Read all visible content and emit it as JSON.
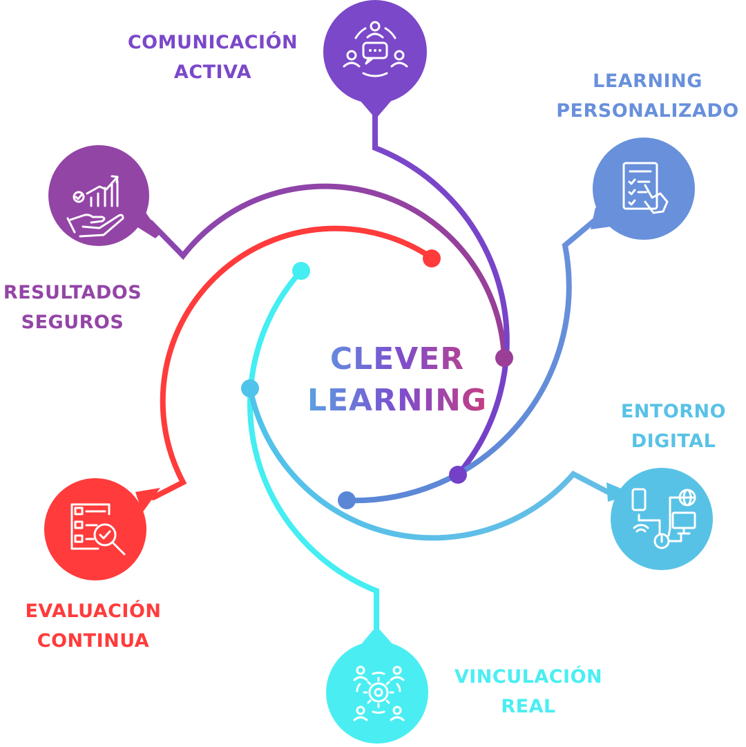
{
  "title": {
    "line1": "CLEVER",
    "line2": "LEARNING"
  },
  "nodes": [
    {
      "id": "comunicacion",
      "label_line1": "COMUNICACIÓN",
      "label_line2": "ACTIVA",
      "color": "#7b48c9",
      "icon": "communication-people-icon"
    },
    {
      "id": "learning",
      "label_line1": "LEARNING",
      "label_line2": "PERSONALIZADO",
      "color": "#6890db",
      "icon": "checklist-hand-icon"
    },
    {
      "id": "resultados",
      "label_line1": "RESULTADOS",
      "label_line2": "SEGUROS",
      "color": "#9345a6",
      "icon": "growth-chart-hand-icon"
    },
    {
      "id": "entorno",
      "label_line1": "ENTORNO",
      "label_line2": "DIGITAL",
      "color": "#58c2e6",
      "icon": "digital-devices-icon"
    },
    {
      "id": "evaluacion",
      "label_line1": "EVALUACIÓN",
      "label_line2": "CONTINUA",
      "color": "#ff3b3b",
      "icon": "checklist-magnifier-icon"
    },
    {
      "id": "vinculacion",
      "label_line1": "VINCULACIÓN",
      "label_line2": "REAL",
      "color": "#4aeef2",
      "icon": "gear-people-icon"
    }
  ]
}
